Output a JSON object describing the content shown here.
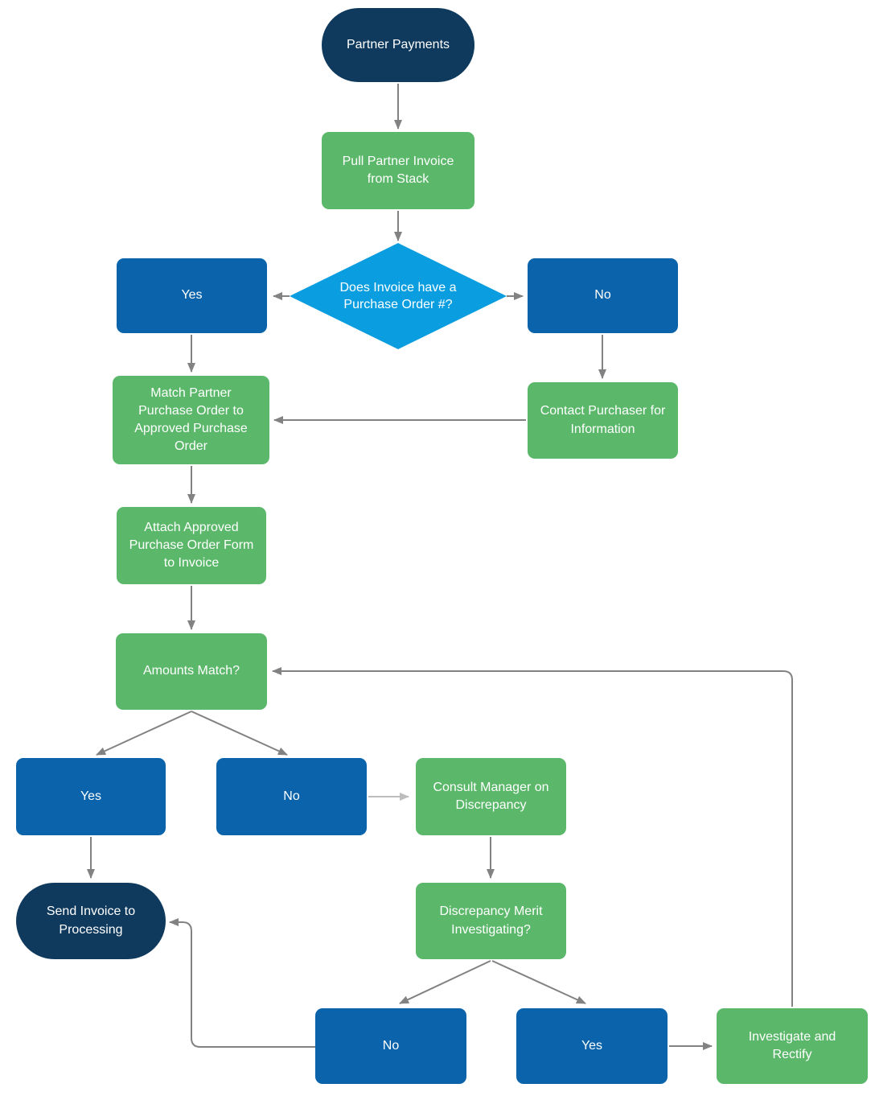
{
  "diagram": {
    "type": "flowchart",
    "colors": {
      "terminator_fill": "#0F3A5E",
      "process_fill": "#5BB86A",
      "branch_fill": "#0B64AB",
      "decision_fill": "#0A9EE0",
      "text": "#FFFFFF",
      "connector": "#828282",
      "connector_light": "#BDBDBD",
      "background": "#FFFFFF"
    },
    "nodes": {
      "start": {
        "label": "Partner Payments",
        "shape": "terminator"
      },
      "pull_invoice": {
        "label": "Pull Partner Invoice from Stack",
        "shape": "process"
      },
      "has_po": {
        "label": "Does Invoice have a Purchase Order #?",
        "shape": "decision"
      },
      "po_yes": {
        "label": "Yes",
        "shape": "branch"
      },
      "po_no": {
        "label": "No",
        "shape": "branch"
      },
      "match_po": {
        "label": "Match Partner Purchase Order to Approved Purchase Order",
        "shape": "process"
      },
      "contact_purchaser": {
        "label": "Contact Purchaser for Information",
        "shape": "process"
      },
      "attach_po": {
        "label": "Attach Approved Purchase Order Form to Invoice",
        "shape": "process"
      },
      "amounts_match": {
        "label": "Amounts Match?",
        "shape": "process"
      },
      "amounts_yes": {
        "label": "Yes",
        "shape": "branch"
      },
      "amounts_no": {
        "label": "No",
        "shape": "branch"
      },
      "consult_manager": {
        "label": "Consult Manager on Discrepancy",
        "shape": "process"
      },
      "send_invoice": {
        "label": "Send Invoice to Processing",
        "shape": "terminator"
      },
      "merit": {
        "label": "Discrepancy Merit Investigating?",
        "shape": "process"
      },
      "merit_no": {
        "label": "No",
        "shape": "branch"
      },
      "merit_yes": {
        "label": "Yes",
        "shape": "branch"
      },
      "investigate": {
        "label": "Investigate and Rectify",
        "shape": "process"
      }
    },
    "edges": [
      {
        "from": "start",
        "to": "pull_invoice",
        "style": "normal"
      },
      {
        "from": "pull_invoice",
        "to": "has_po",
        "style": "normal"
      },
      {
        "from": "has_po",
        "to": "po_yes",
        "style": "normal"
      },
      {
        "from": "has_po",
        "to": "po_no",
        "style": "normal"
      },
      {
        "from": "po_yes",
        "to": "match_po",
        "style": "normal"
      },
      {
        "from": "po_no",
        "to": "contact_purchaser",
        "style": "normal"
      },
      {
        "from": "contact_purchaser",
        "to": "match_po",
        "style": "normal"
      },
      {
        "from": "match_po",
        "to": "attach_po",
        "style": "normal"
      },
      {
        "from": "attach_po",
        "to": "amounts_match",
        "style": "normal"
      },
      {
        "from": "amounts_match",
        "to": "amounts_yes",
        "style": "normal"
      },
      {
        "from": "amounts_match",
        "to": "amounts_no",
        "style": "normal"
      },
      {
        "from": "amounts_no",
        "to": "consult_manager",
        "style": "light"
      },
      {
        "from": "amounts_yes",
        "to": "send_invoice",
        "style": "normal"
      },
      {
        "from": "consult_manager",
        "to": "merit",
        "style": "normal"
      },
      {
        "from": "merit",
        "to": "merit_no",
        "style": "normal"
      },
      {
        "from": "merit",
        "to": "merit_yes",
        "style": "normal"
      },
      {
        "from": "merit_yes",
        "to": "investigate",
        "style": "normal"
      },
      {
        "from": "merit_no",
        "to": "send_invoice",
        "style": "normal"
      },
      {
        "from": "investigate",
        "to": "amounts_match",
        "style": "normal"
      }
    ]
  }
}
